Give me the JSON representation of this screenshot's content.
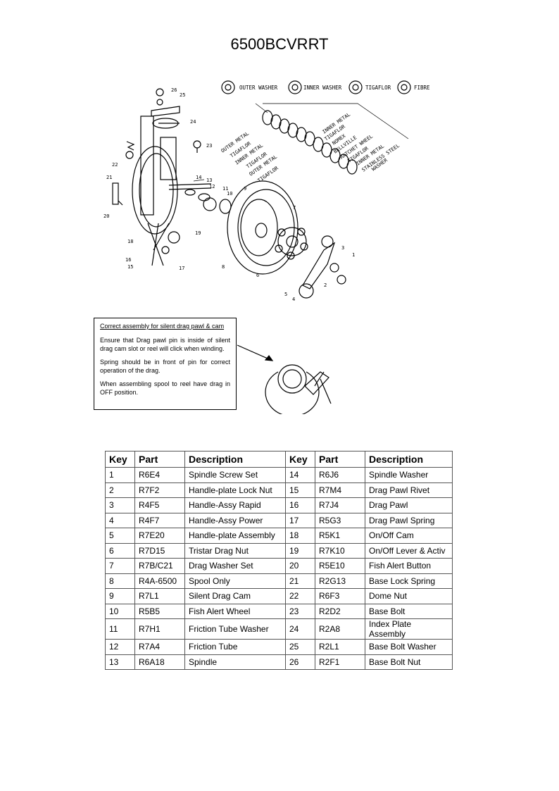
{
  "title": "6500BCVRRT",
  "diagram": {
    "legend": [
      "OUTER WASHER",
      "INNER WASHER",
      "TIGAFLOR",
      "FIBRE"
    ],
    "labels_left": [
      "OUTER METAL",
      "TIGAFLOR",
      "INNER METAL",
      "TIGAFLOR",
      "OUTER METAL",
      "TIGAFLOR"
    ],
    "labels_right": [
      "INNER METAL",
      "TIGAFLOR",
      "NOMEX",
      "BELLVILLE",
      "RATCHET WHEEL",
      "TIGAFLOR",
      "INNER METAL",
      "STAINLESS STEEL",
      "WASHER"
    ],
    "keys": [
      "1",
      "2",
      "3",
      "4",
      "5",
      "6",
      "7",
      "8",
      "9",
      "10",
      "11",
      "12",
      "13",
      "14",
      "15",
      "16",
      "17",
      "18",
      "19",
      "20",
      "21",
      "22",
      "23",
      "24",
      "25",
      "26"
    ]
  },
  "note": {
    "heading": "Correct assembly for silent drag pawl & cam",
    "p1": "Ensure that Drag pawl pin is inside of silent drag cam slot or reel will click when winding.",
    "p2": "Spring should be in front of pin for correct operation of the drag.",
    "p3": "When assembling spool to reel have drag in OFF position."
  },
  "table": {
    "headers": [
      "Key",
      "Part",
      "Description",
      "Key",
      "Part",
      "Description"
    ],
    "rows": [
      [
        "1",
        "R6E4",
        "Spindle Screw Set",
        "14",
        "R6J6",
        "Spindle Washer"
      ],
      [
        "2",
        "R7F2",
        "Handle-plate Lock Nut",
        "15",
        "R7M4",
        "Drag Pawl Rivet"
      ],
      [
        "3",
        "R4F5",
        "Handle-Assy Rapid",
        "16",
        "R7J4",
        "Drag Pawl"
      ],
      [
        "4",
        "R4F7",
        "Handle-Assy Power",
        "17",
        "R5G3",
        "Drag Pawl Spring"
      ],
      [
        "5",
        "R7E20",
        "Handle-plate Assembly",
        "18",
        "R5K1",
        "On/Off Cam"
      ],
      [
        "6",
        "R7D15",
        "Tristar Drag Nut",
        "19",
        "R7K10",
        "On/Off Lever & Activ"
      ],
      [
        "7",
        "R7B/C21",
        "Drag Washer Set",
        "20",
        "R5E10",
        "Fish Alert Button"
      ],
      [
        "8",
        "R4A-6500",
        "Spool Only",
        "21",
        "R2G13",
        "Base Lock Spring"
      ],
      [
        "9",
        "R7L1",
        "Silent Drag Cam",
        "22",
        "R6F3",
        "Dome Nut"
      ],
      [
        "10",
        "R5B5",
        "Fish Alert Wheel",
        "23",
        "R2D2",
        "Base Bolt"
      ],
      [
        "11",
        "R7H1",
        "Friction Tube Washer",
        "24",
        "R2A8",
        "Index Plate Assembly"
      ],
      [
        "12",
        "R7A4",
        "Friction Tube",
        "25",
        "R2L1",
        "Base Bolt Washer"
      ],
      [
        "13",
        "R6A18",
        "Spindle",
        "26",
        "R2F1",
        "Base Bolt Nut"
      ]
    ]
  }
}
